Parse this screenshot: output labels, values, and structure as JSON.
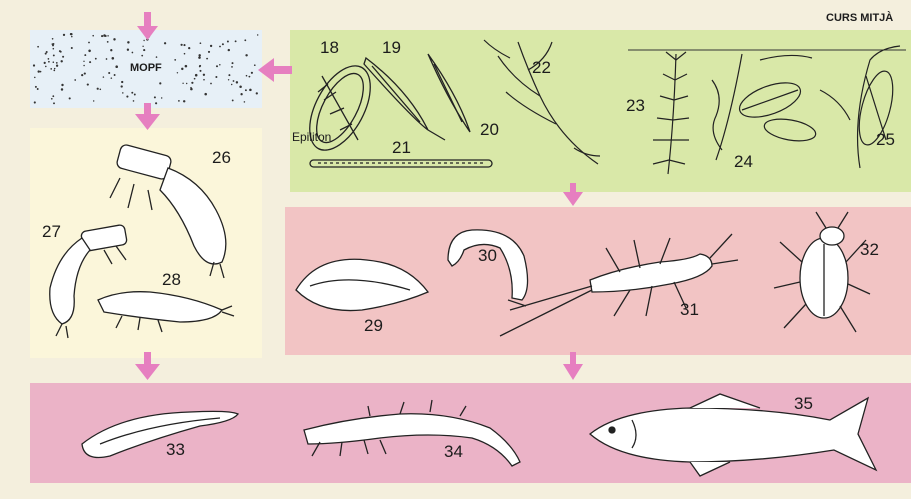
{
  "header": {
    "title": "CURS MITJÀ"
  },
  "mopf": {
    "label": "MOPF"
  },
  "epiliton": {
    "label": "Epiliton"
  },
  "numbers": {
    "n18": "18",
    "n19": "19",
    "n20": "20",
    "n21": "21",
    "n22": "22",
    "n23": "23",
    "n24": "24",
    "n25": "25",
    "n26": "26",
    "n27": "27",
    "n28": "28",
    "n29": "29",
    "n30": "30",
    "n31": "31",
    "n32": "32",
    "n33": "33",
    "n34": "34",
    "n35": "35"
  },
  "colors": {
    "green_panel": "#d8e7a6",
    "pink_panel": "#f3c6c6",
    "deep_pink_panel": "#eab0c6",
    "mopf_box": "#e6eff6",
    "arrow": "#e67fc0",
    "cream": "#fbf6dc"
  }
}
